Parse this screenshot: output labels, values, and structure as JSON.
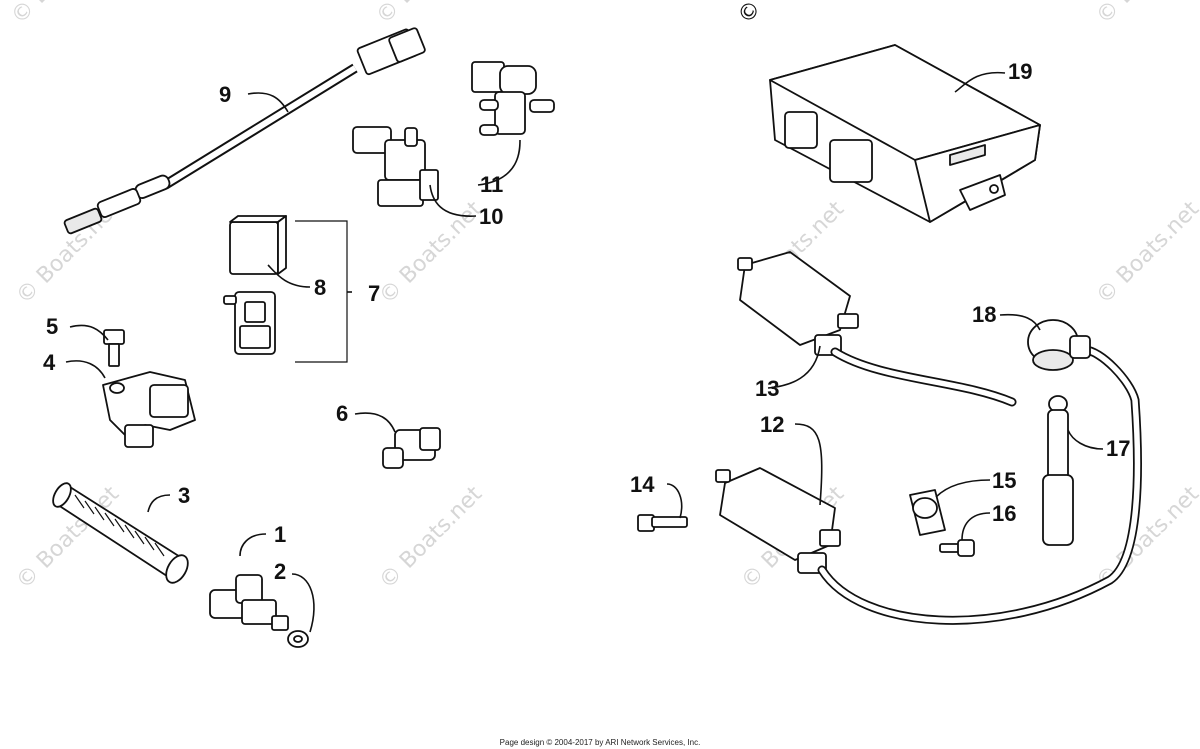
{
  "diagram": {
    "callouts": [
      "1",
      "2",
      "3",
      "4",
      "5",
      "6",
      "7",
      "8",
      "9",
      "10",
      "11",
      "12",
      "13",
      "14",
      "15",
      "16",
      "17",
      "18",
      "19"
    ],
    "watermark": "© Boats.net",
    "watermark_partial": "© Bo",
    "footer": "Page design © 2004-2017 by ARI Network Services, Inc."
  },
  "colors": {
    "lines": "#111111",
    "watermark": "#d6d6d6",
    "background": "#ffffff"
  }
}
